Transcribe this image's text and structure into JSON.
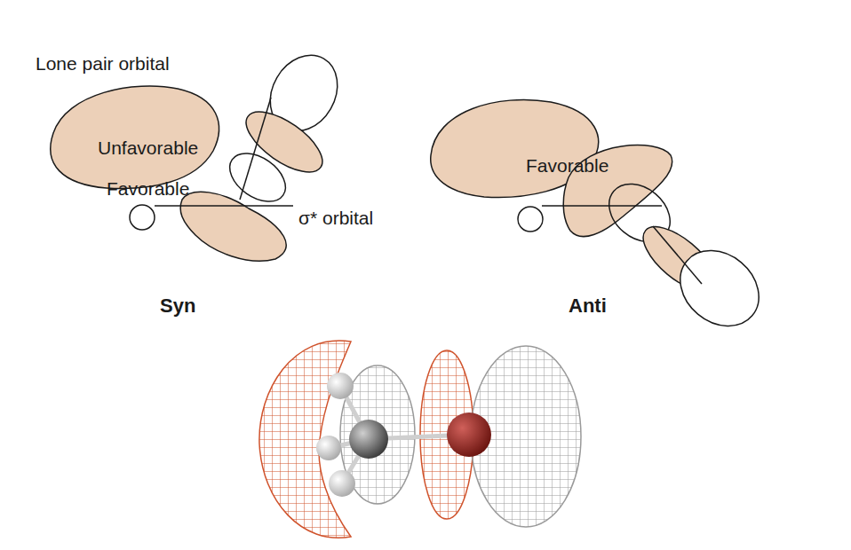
{
  "diagram": {
    "labels": [
      "Lone pair orbital",
      "Unfavorable",
      "Favorable",
      "σ* orbital",
      "Syn",
      "Favorable",
      "Anti"
    ]
  }
}
